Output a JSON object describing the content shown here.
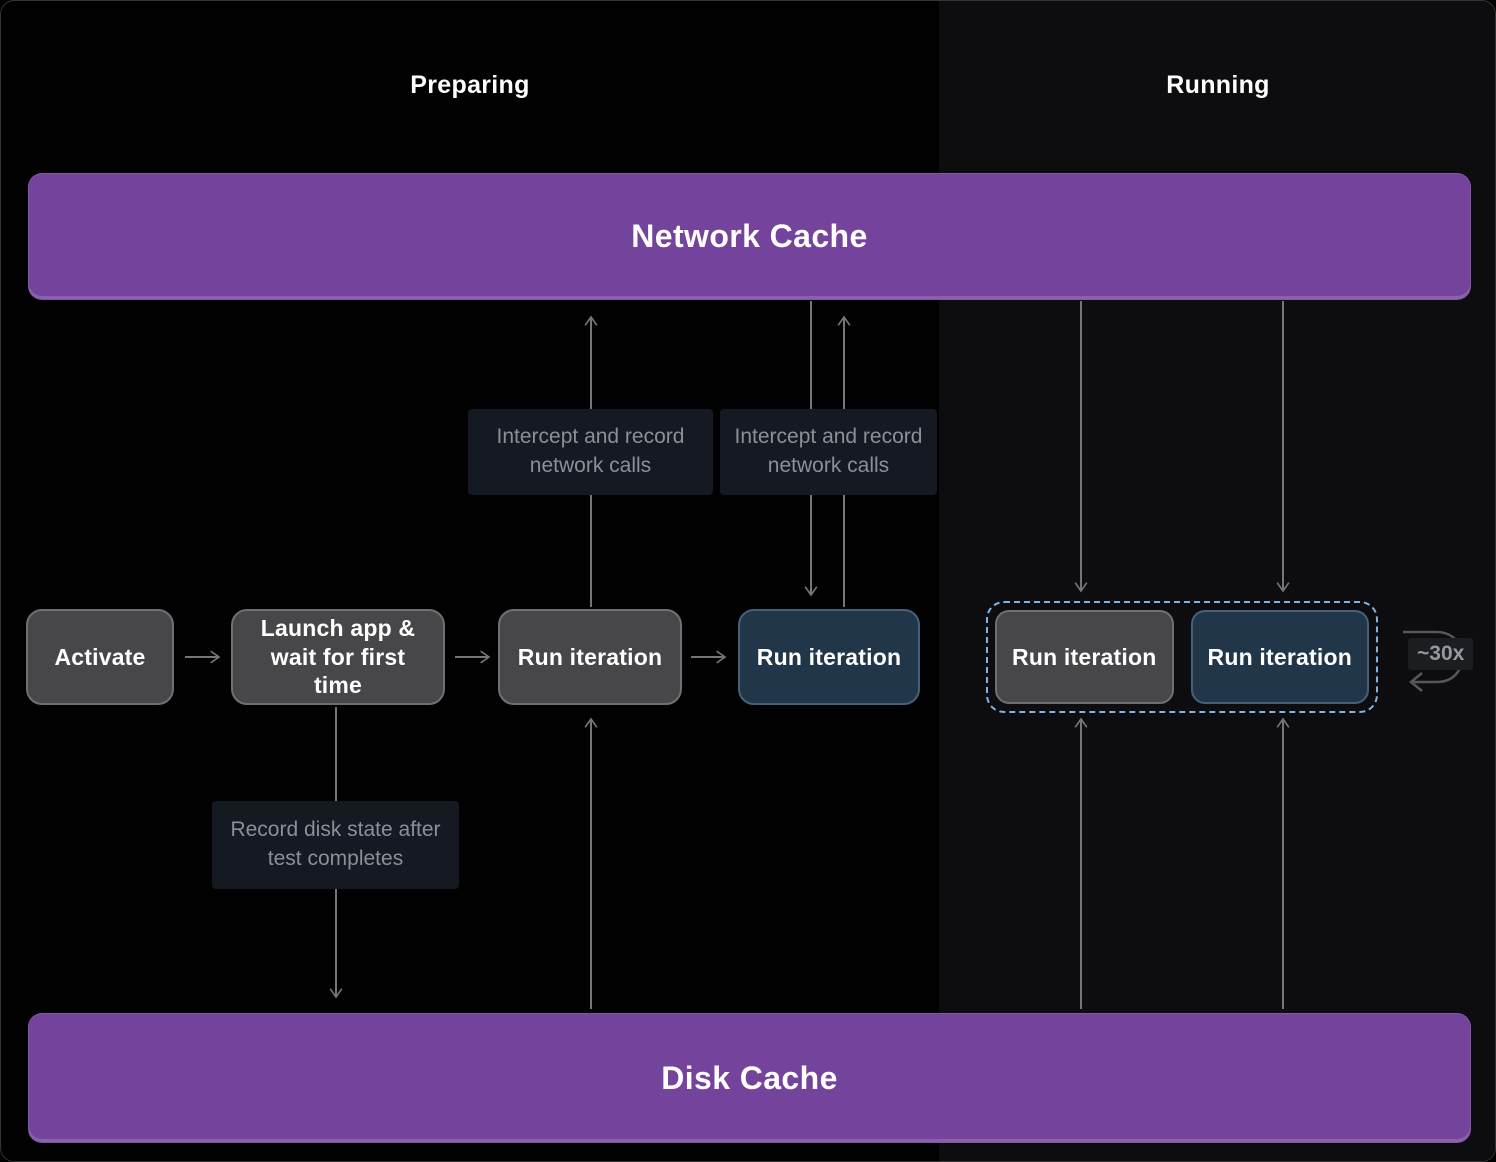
{
  "sections": {
    "preparing": "Preparing",
    "running": "Running"
  },
  "bars": {
    "network": "Network Cache",
    "disk": "Disk Cache"
  },
  "boxes": {
    "activate": "Activate",
    "launch": "Launch app & wait for first time",
    "run_iteration_prepare_warm": "Run iteration",
    "run_iteration_prepare_record": "Run iteration",
    "run_iteration_running_a": "Run iteration",
    "run_iteration_running_b": "Run iteration"
  },
  "notes": {
    "intercept_1": "Intercept and record network calls",
    "intercept_2": "Intercept and record network calls",
    "record_disk": "Record disk state after test completes"
  },
  "loop": {
    "label": "~30x"
  },
  "colors": {
    "background_left": "#010101",
    "background_right": "#0d0d0f",
    "cache_bar_purple": "#74439b",
    "box_gray": "#47474a",
    "box_gray_border": "#6f7073",
    "box_blue": "#223649",
    "box_blue_border": "#45617a",
    "dashed_outline_blue": "#7fb5e5",
    "note_background": "#151921",
    "note_text": "#8b8f96",
    "arrow_gray": "#767676",
    "text_white": "#ffffff"
  }
}
